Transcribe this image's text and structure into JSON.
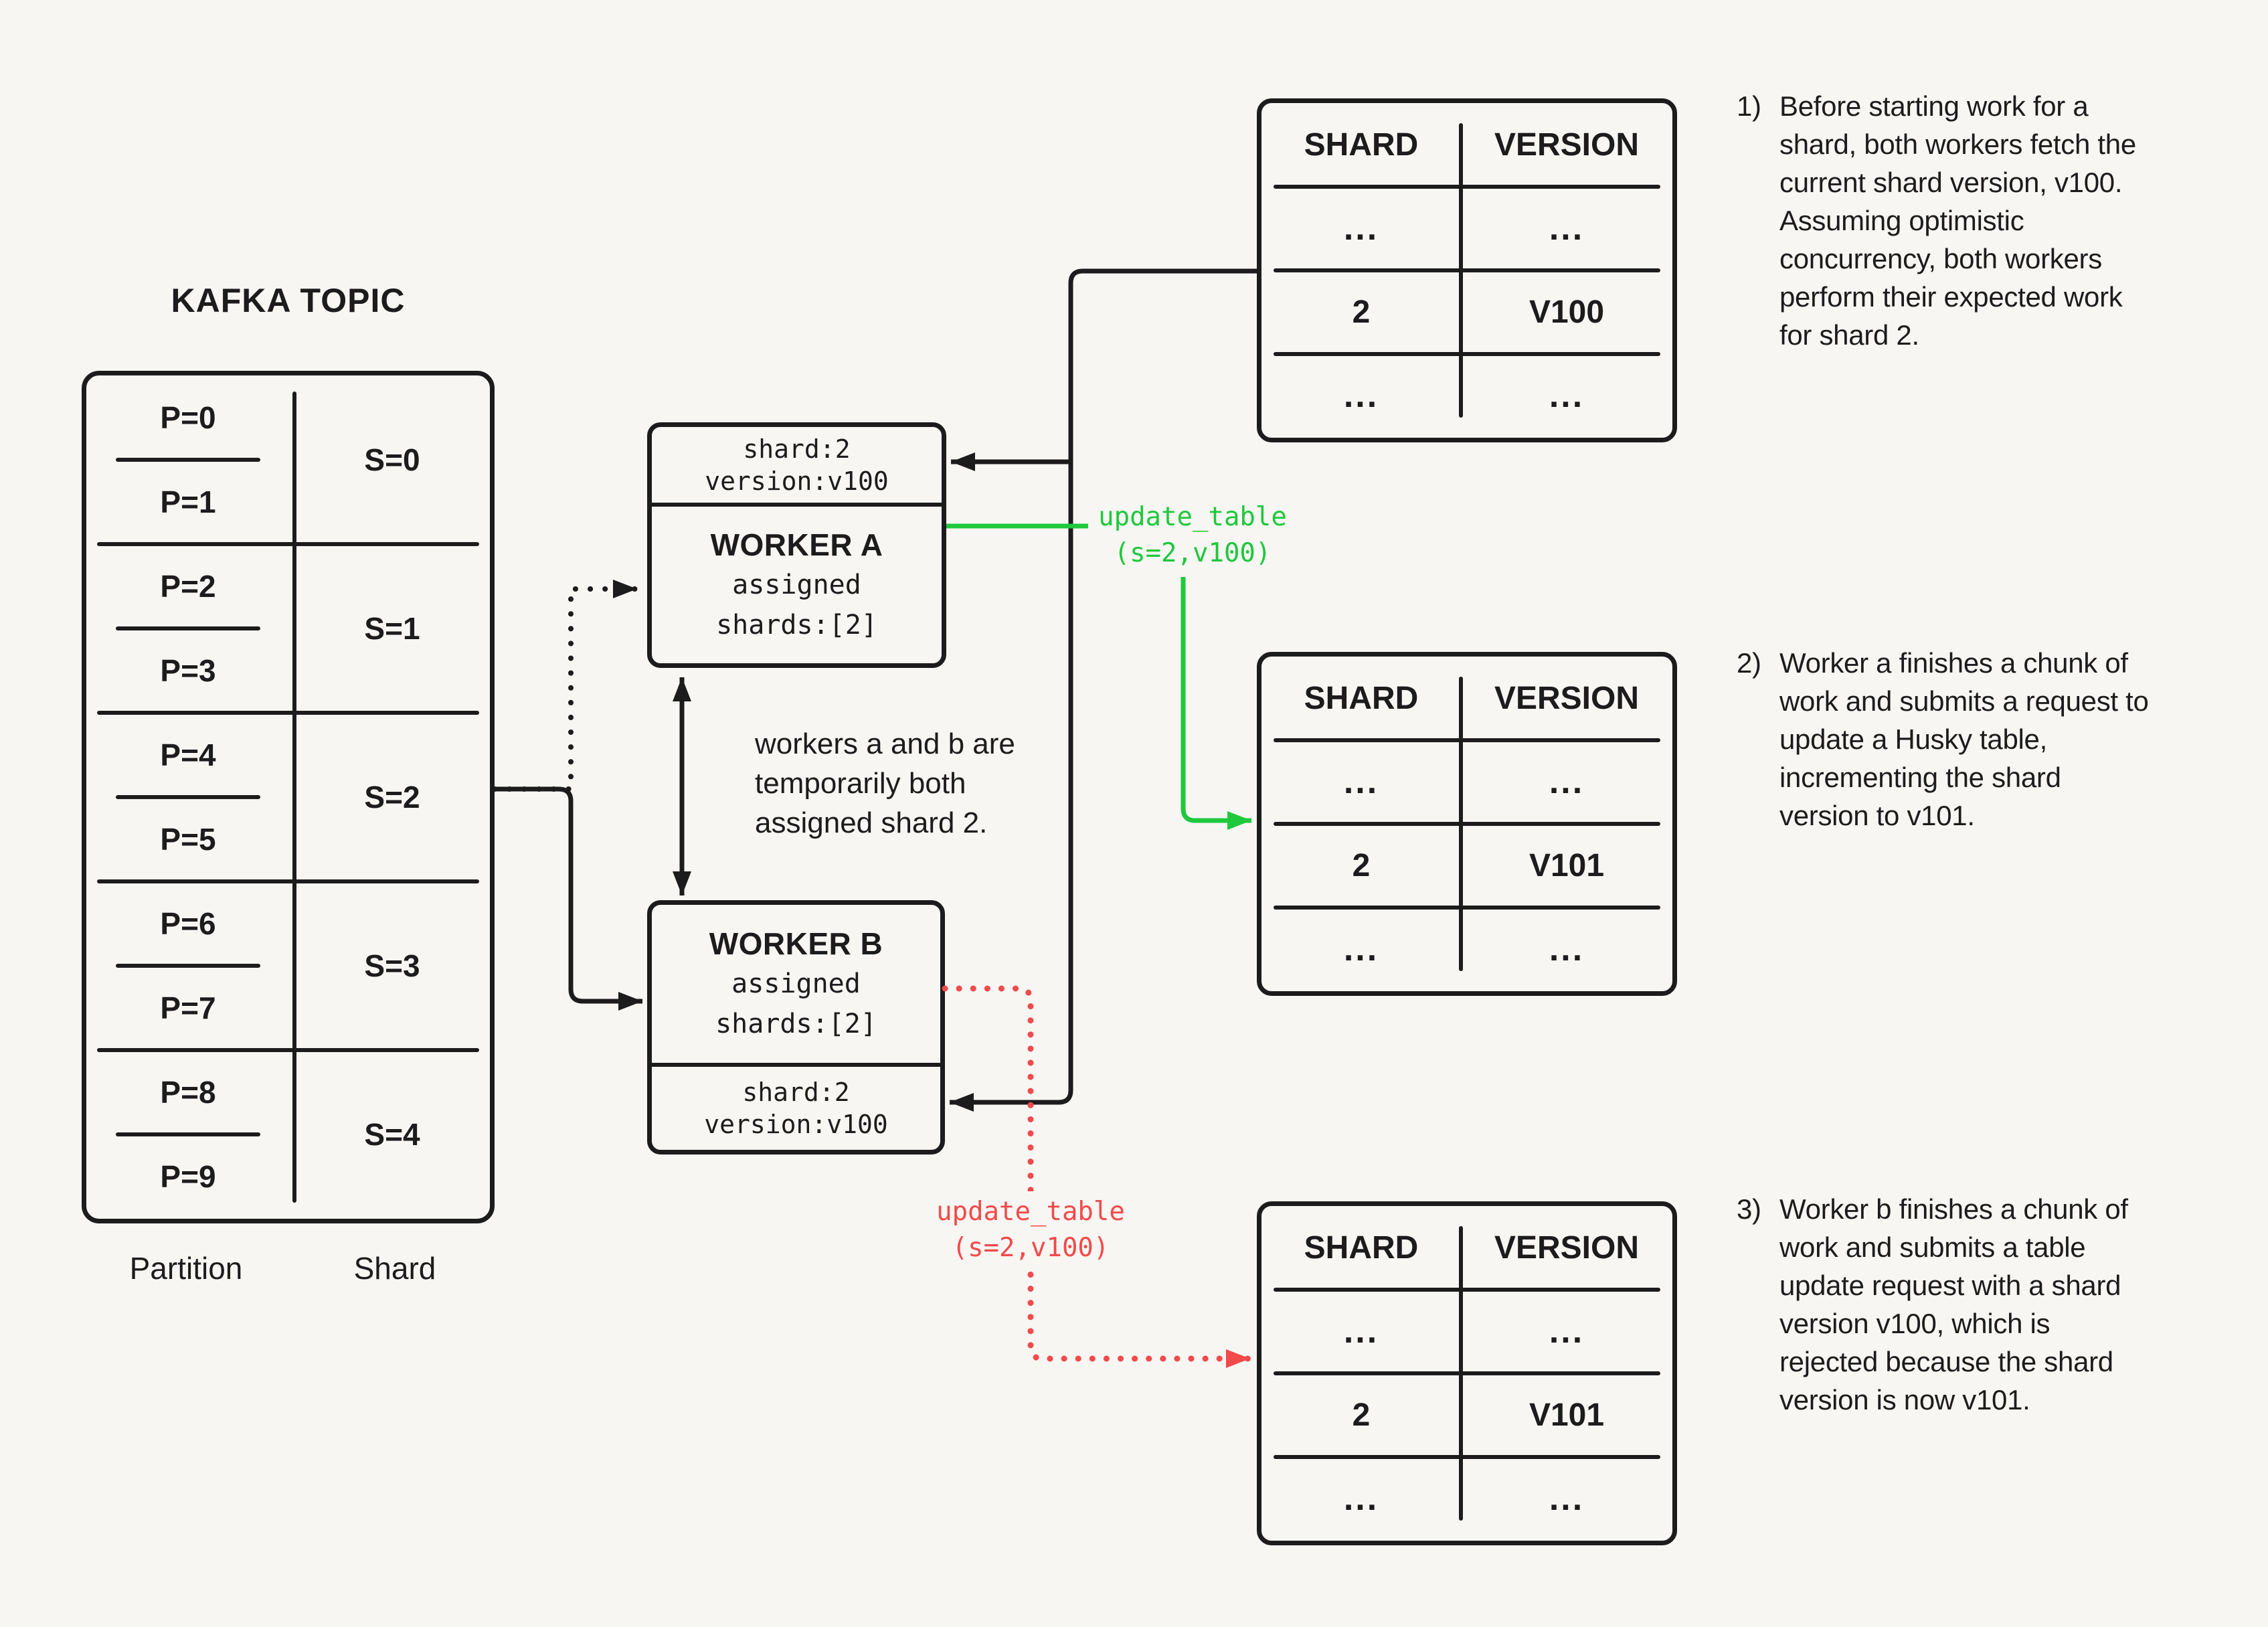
{
  "colors": {
    "bg": "#f7f6f3",
    "ink": "#1c1c1c",
    "green": "#1fc83c",
    "red": "#f24a4a"
  },
  "kafka": {
    "title": "KAFKA TOPIC",
    "groups": [
      {
        "shard": "S=0",
        "partitions": [
          "P=0",
          "P=1"
        ]
      },
      {
        "shard": "S=1",
        "partitions": [
          "P=2",
          "P=3"
        ]
      },
      {
        "shard": "S=2",
        "partitions": [
          "P=4",
          "P=5"
        ]
      },
      {
        "shard": "S=3",
        "partitions": [
          "P=6",
          "P=7"
        ]
      },
      {
        "shard": "S=4",
        "partitions": [
          "P=8",
          "P=9"
        ]
      }
    ],
    "axis_labels": {
      "partition": "Partition",
      "shard": "Shard"
    }
  },
  "workers": {
    "a": {
      "name": "WORKER A",
      "assigned": [
        "assigned",
        "shards:[2]"
      ],
      "state": [
        "shard:2",
        "version:v100"
      ]
    },
    "b": {
      "name": "WORKER B",
      "assigned": [
        "assigned",
        "shards:[2]"
      ],
      "state": [
        "shard:2",
        "version:v100"
      ]
    }
  },
  "note": {
    "lines": [
      "workers a and b are",
      "temporarily both",
      "assigned shard 2."
    ]
  },
  "arrow_labels": {
    "green": {
      "line1": "update_table",
      "line2": "(s=2,v100)"
    },
    "red": {
      "line1": "update_table",
      "line2": "(s=2,v100)"
    }
  },
  "tables": [
    {
      "headers": [
        "SHARD",
        "VERSION"
      ],
      "rows": [
        [
          "...",
          "..."
        ],
        [
          "2",
          "V100"
        ],
        [
          "...",
          "..."
        ]
      ]
    },
    {
      "headers": [
        "SHARD",
        "VERSION"
      ],
      "rows": [
        [
          "...",
          "..."
        ],
        [
          "2",
          "V101"
        ],
        [
          "...",
          "..."
        ]
      ]
    },
    {
      "headers": [
        "SHARD",
        "VERSION"
      ],
      "rows": [
        [
          "...",
          "..."
        ],
        [
          "2",
          "V101"
        ],
        [
          "...",
          "..."
        ]
      ]
    }
  ],
  "annotations": [
    {
      "num": "1)",
      "text": "Before starting work for a shard, both workers fetch the current shard version, v100. Assuming optimistic concurrency, both workers perform their expected work for shard 2."
    },
    {
      "num": "2)",
      "text": "Worker a finishes a chunk of work and submits a request to update a Husky table, incrementing the shard version to v101."
    },
    {
      "num": "3)",
      "text": "Worker b finishes a chunk of work and submits a table update request with a shard version v100, which is rejected because the shard version is now v101."
    }
  ]
}
